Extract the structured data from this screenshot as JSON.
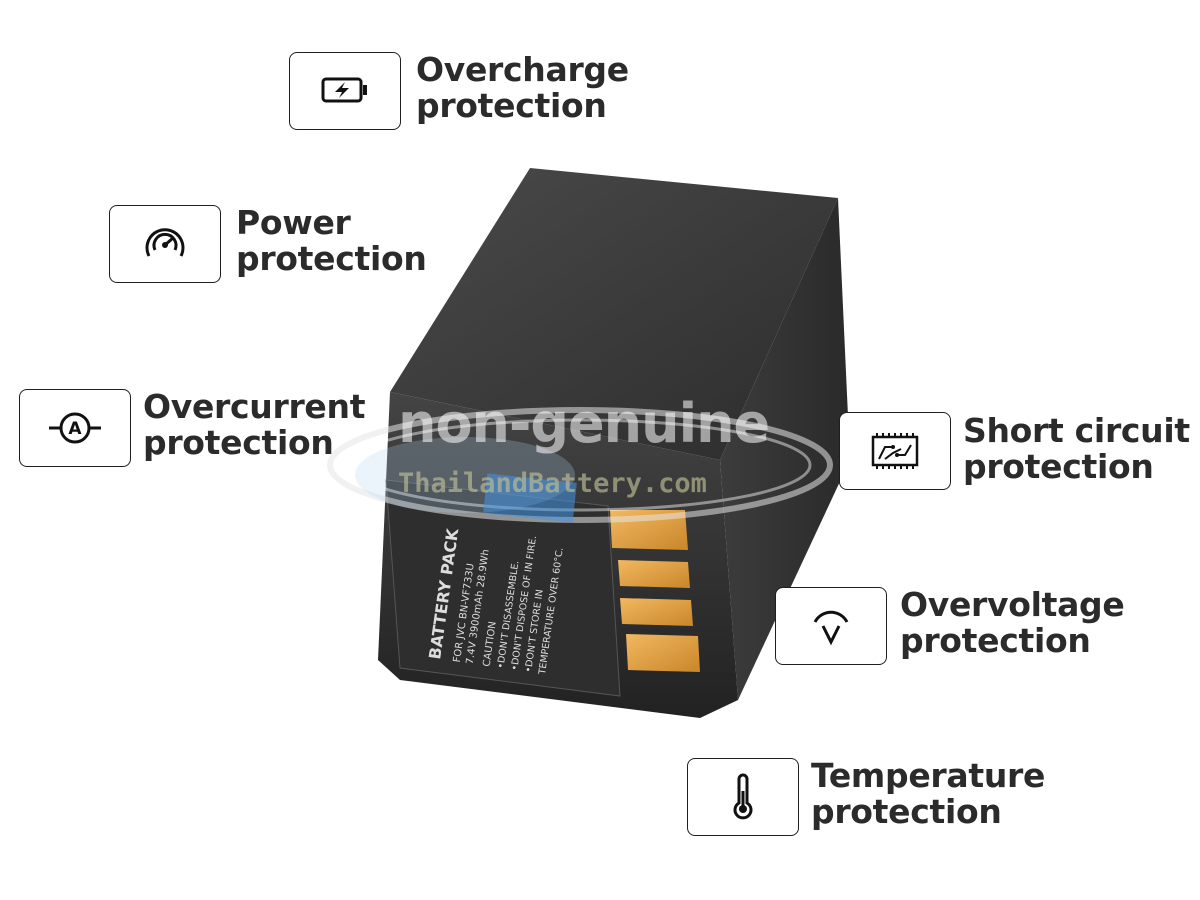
{
  "features": {
    "overcharge": {
      "line1": "Overcharge",
      "line2": "protection",
      "icon": "battery-charge-icon"
    },
    "power": {
      "line1": "Power",
      "line2": "protection",
      "icon": "gauge-icon"
    },
    "overcurrent": {
      "line1": "Overcurrent",
      "line2": "protection",
      "icon": "ammeter-icon"
    },
    "short_circuit": {
      "line1": "Short circuit",
      "line2": "protection",
      "icon": "circuit-board-icon"
    },
    "overvoltage": {
      "line1": "Overvoltage",
      "line2": "protection",
      "icon": "voltmeter-icon"
    },
    "temperature": {
      "line1": "Temperature",
      "line2": "protection",
      "icon": "thermometer-icon"
    }
  },
  "battery_label": {
    "title": "BATTERY PACK",
    "model": "FOR JVC BN-VF733U",
    "specs": "7.4V  3900mAh 28.9Wh",
    "caution": "CAUTION",
    "warning1": "•DON'T DISASSEMBLE.",
    "warning2": "•DON'T DISPOSE OF IN FIRE.",
    "warning3": "•DON'T STORE IN",
    "warning4": "TEMPERATURE OVER 60°C."
  },
  "watermark": {
    "main": "non-genuine",
    "sub": "ThailandBattery.com"
  },
  "colors": {
    "battery_body": "#3a3a3a",
    "contacts": "#e0a040",
    "text": "#2b2b2b"
  }
}
